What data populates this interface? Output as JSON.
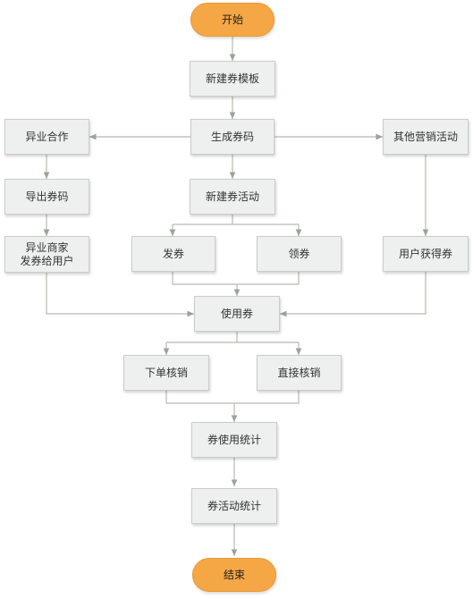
{
  "colors": {
    "terminal_fill": "#f5a645",
    "box_fill": "#eef0ef",
    "box_border": "#c9cec9",
    "line": "#b5bcae",
    "arrow": "#9aa39a"
  },
  "nodes": {
    "start": "开始",
    "template": "新建券模板",
    "generate": "生成券码",
    "cross_coop": "异业合作",
    "other_marketing": "其他营销活动",
    "export_code": "导出券码",
    "new_activity": "新建券活动",
    "merchant_issue": "异业商家\n发券给用户",
    "issue": "发券",
    "claim": "领券",
    "user_get": "用户获得券",
    "use": "使用券",
    "order_verify": "下单核销",
    "direct_verify": "直接核销",
    "use_stats": "券使用统计",
    "activity_stats": "券活动统计",
    "end": "结束"
  }
}
